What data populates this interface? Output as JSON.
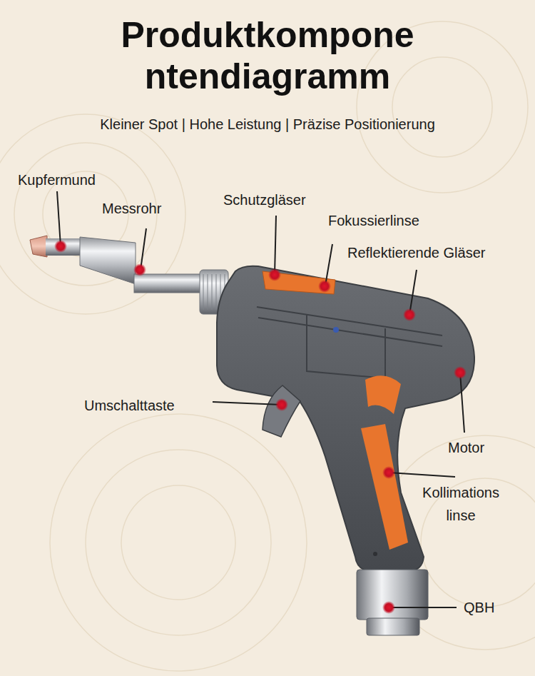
{
  "diagram": {
    "title": "Produktkompone ntendiagramm",
    "labels": [
      "Kleiner Spot | Hohe Leistung | Präzise Positionierung",
      "Kupfermund",
      "Messrohr",
      "Schutzgläser",
      "Fokussierlinse",
      "Reflektierende Gläser",
      "Umschalttaste",
      "Motor",
      "Kollimations linse",
      "QBH"
    ]
  }
}
